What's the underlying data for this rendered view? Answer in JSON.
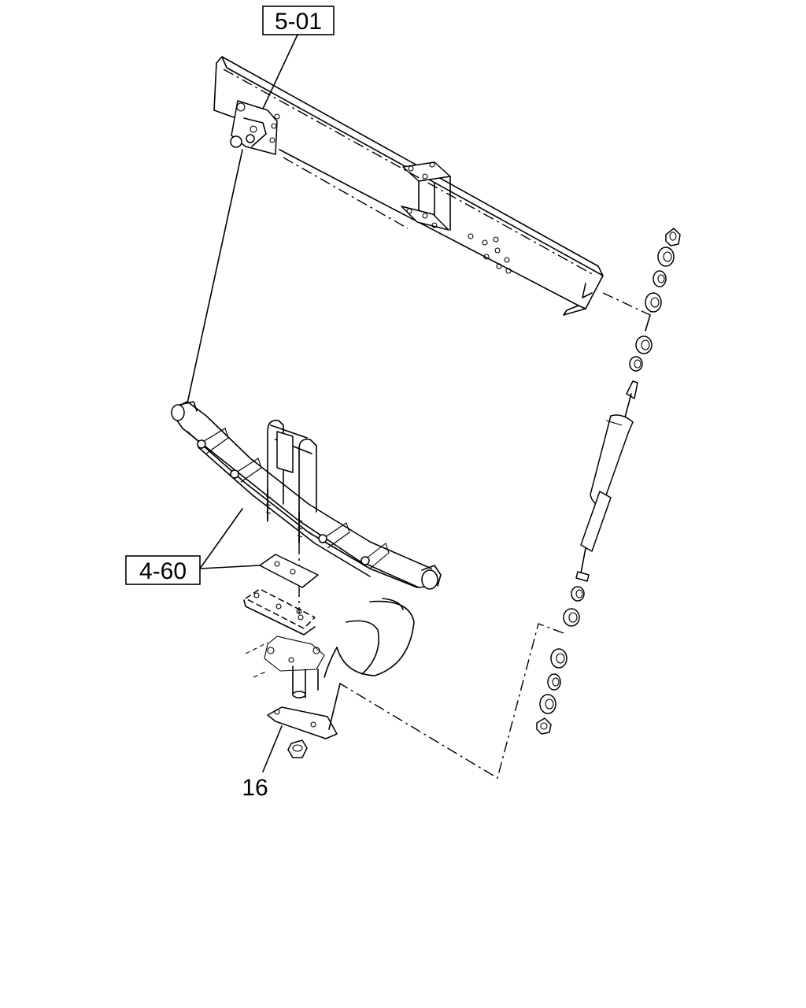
{
  "labels": {
    "frame_ref": "5-01",
    "spring_ref": "4-60",
    "plate_ref": "16"
  }
}
